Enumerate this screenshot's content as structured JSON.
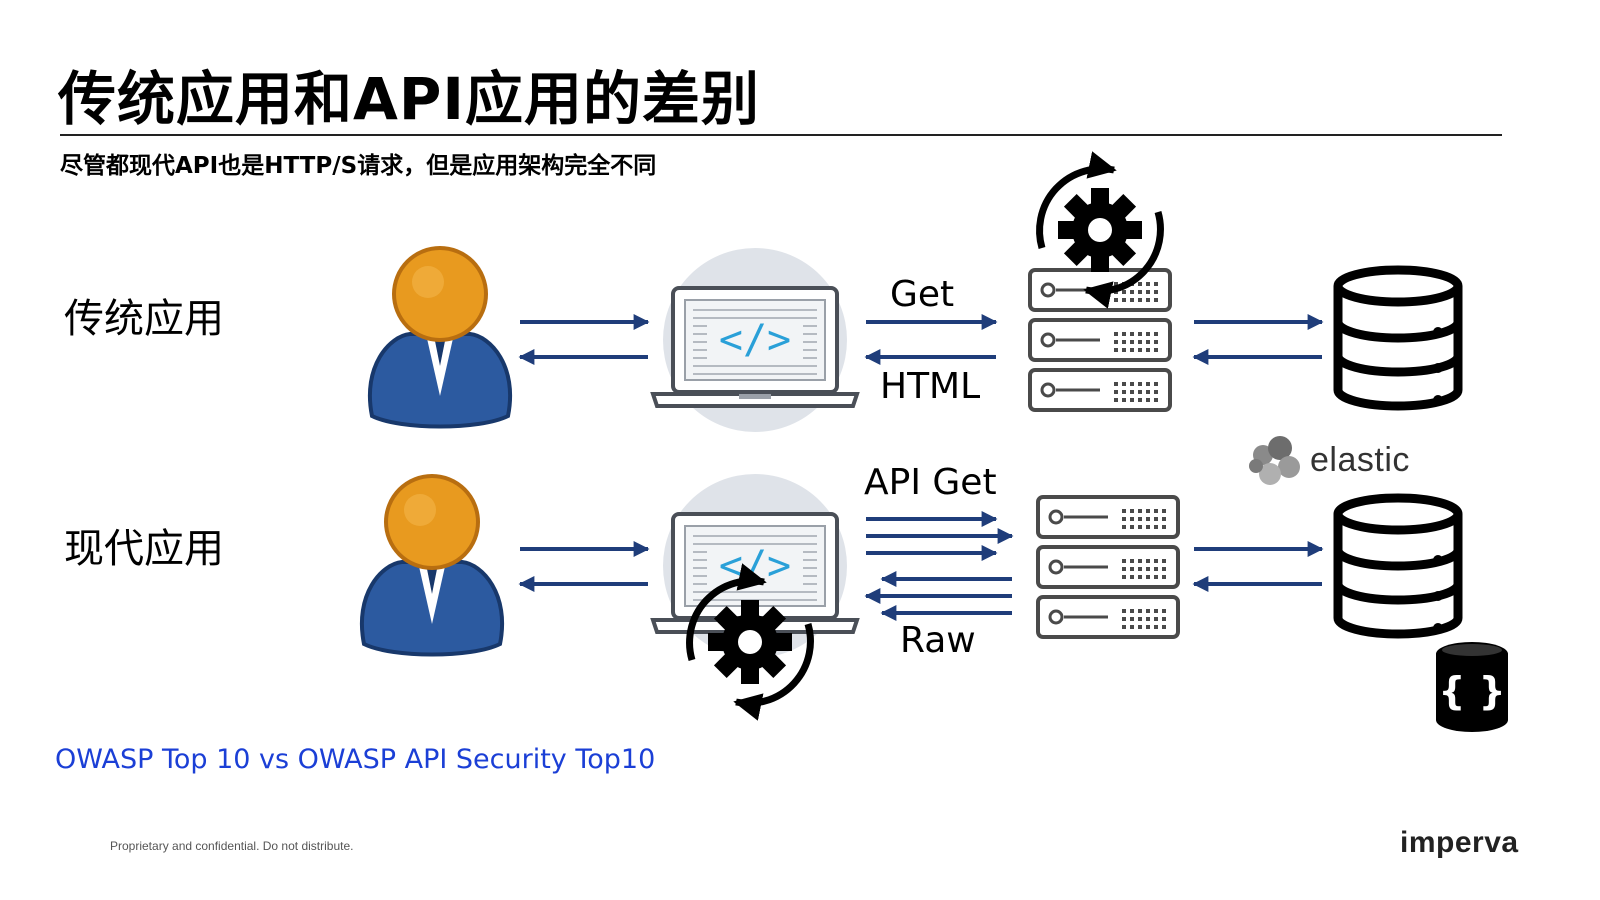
{
  "slide": {
    "title": "传统应用和API应用的差别",
    "subtitle": "尽管都现代API也是HTTP/S请求，但是应用架构完全不同",
    "link_text": "OWASP Top 10 vs OWASP API Security Top10",
    "footer": "Proprietary and confidential. Do not distribute.",
    "brand": "imperva"
  },
  "rows": {
    "traditional": {
      "label": "传统应用",
      "request_label": "Get",
      "response_label": "HTML"
    },
    "modern": {
      "label": "现代应用",
      "request_label": "API Get",
      "response_label": "Raw",
      "store_label": "elastic"
    }
  },
  "colors": {
    "arrow": "#1f3d7a",
    "avatar_face": "#e89a1f",
    "avatar_body": "#2c5aa0",
    "laptop_circle": "#dfe3e9",
    "code_accent": "#2aa0d8",
    "link": "#1b3fd6"
  },
  "icons": [
    "user-icon",
    "laptop-code-icon",
    "gear-sync-icon",
    "server-rack-icon",
    "database-icon",
    "elastic-logo-icon",
    "json-database-icon",
    "arrow-right-icon",
    "arrow-left-icon"
  ]
}
